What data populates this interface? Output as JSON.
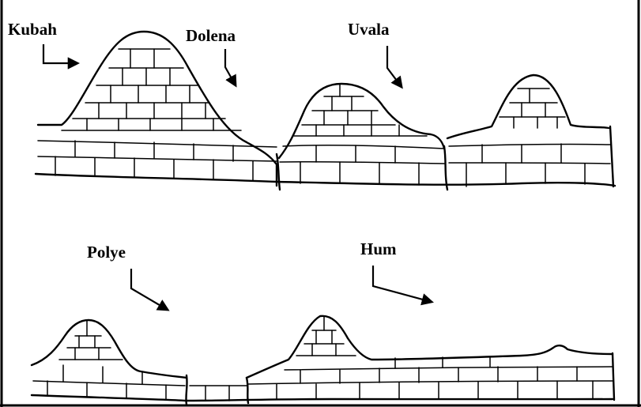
{
  "labels": {
    "kubah": "Kubah",
    "dolena": "Dolena",
    "uvala": "Uvala",
    "polye": "Polye",
    "hum": "Hum"
  }
}
